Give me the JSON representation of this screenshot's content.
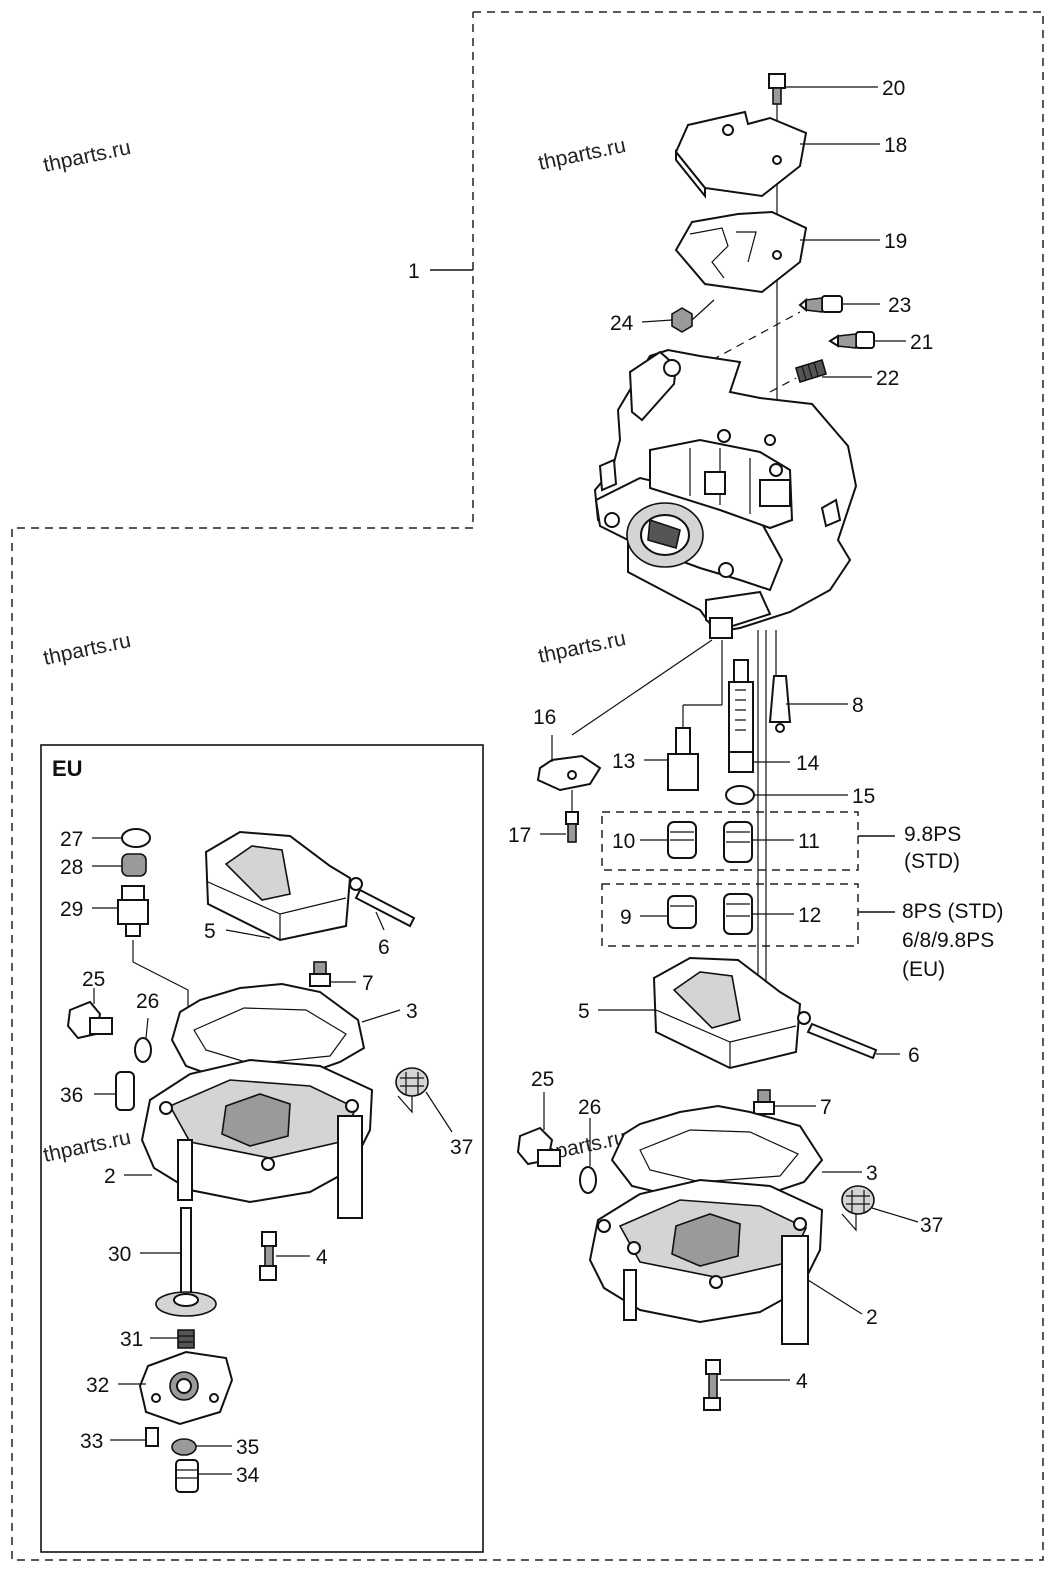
{
  "watermark": "thparts.ru",
  "inset": {
    "title": "EU"
  },
  "callouts": {
    "c1": "1",
    "c2": "2",
    "c3": "3",
    "c4": "4",
    "c5": "5",
    "c6": "6",
    "c7": "7",
    "c8": "8",
    "c9": "9",
    "c10": "10",
    "c11": "11",
    "c12": "12",
    "c13": "13",
    "c14": "14",
    "c15": "15",
    "c16": "16",
    "c17": "17",
    "c18": "18",
    "c19": "19",
    "c20": "20",
    "c21": "21",
    "c22": "22",
    "c23": "23",
    "c24": "24",
    "c25": "25",
    "c26": "26",
    "c27": "27",
    "c28": "28",
    "c29": "29",
    "c30": "30",
    "c31": "31",
    "c32": "32",
    "c33": "33",
    "c34": "34",
    "c35": "35",
    "c36": "36",
    "c37": "37"
  },
  "jet_groups": {
    "group_a": {
      "label_line1": "9.8PS",
      "label_line2": "(STD)"
    },
    "group_b": {
      "label_line1": "8PS (STD)",
      "label_line2": "6/8/9.8PS",
      "label_line3": "(EU)"
    }
  }
}
